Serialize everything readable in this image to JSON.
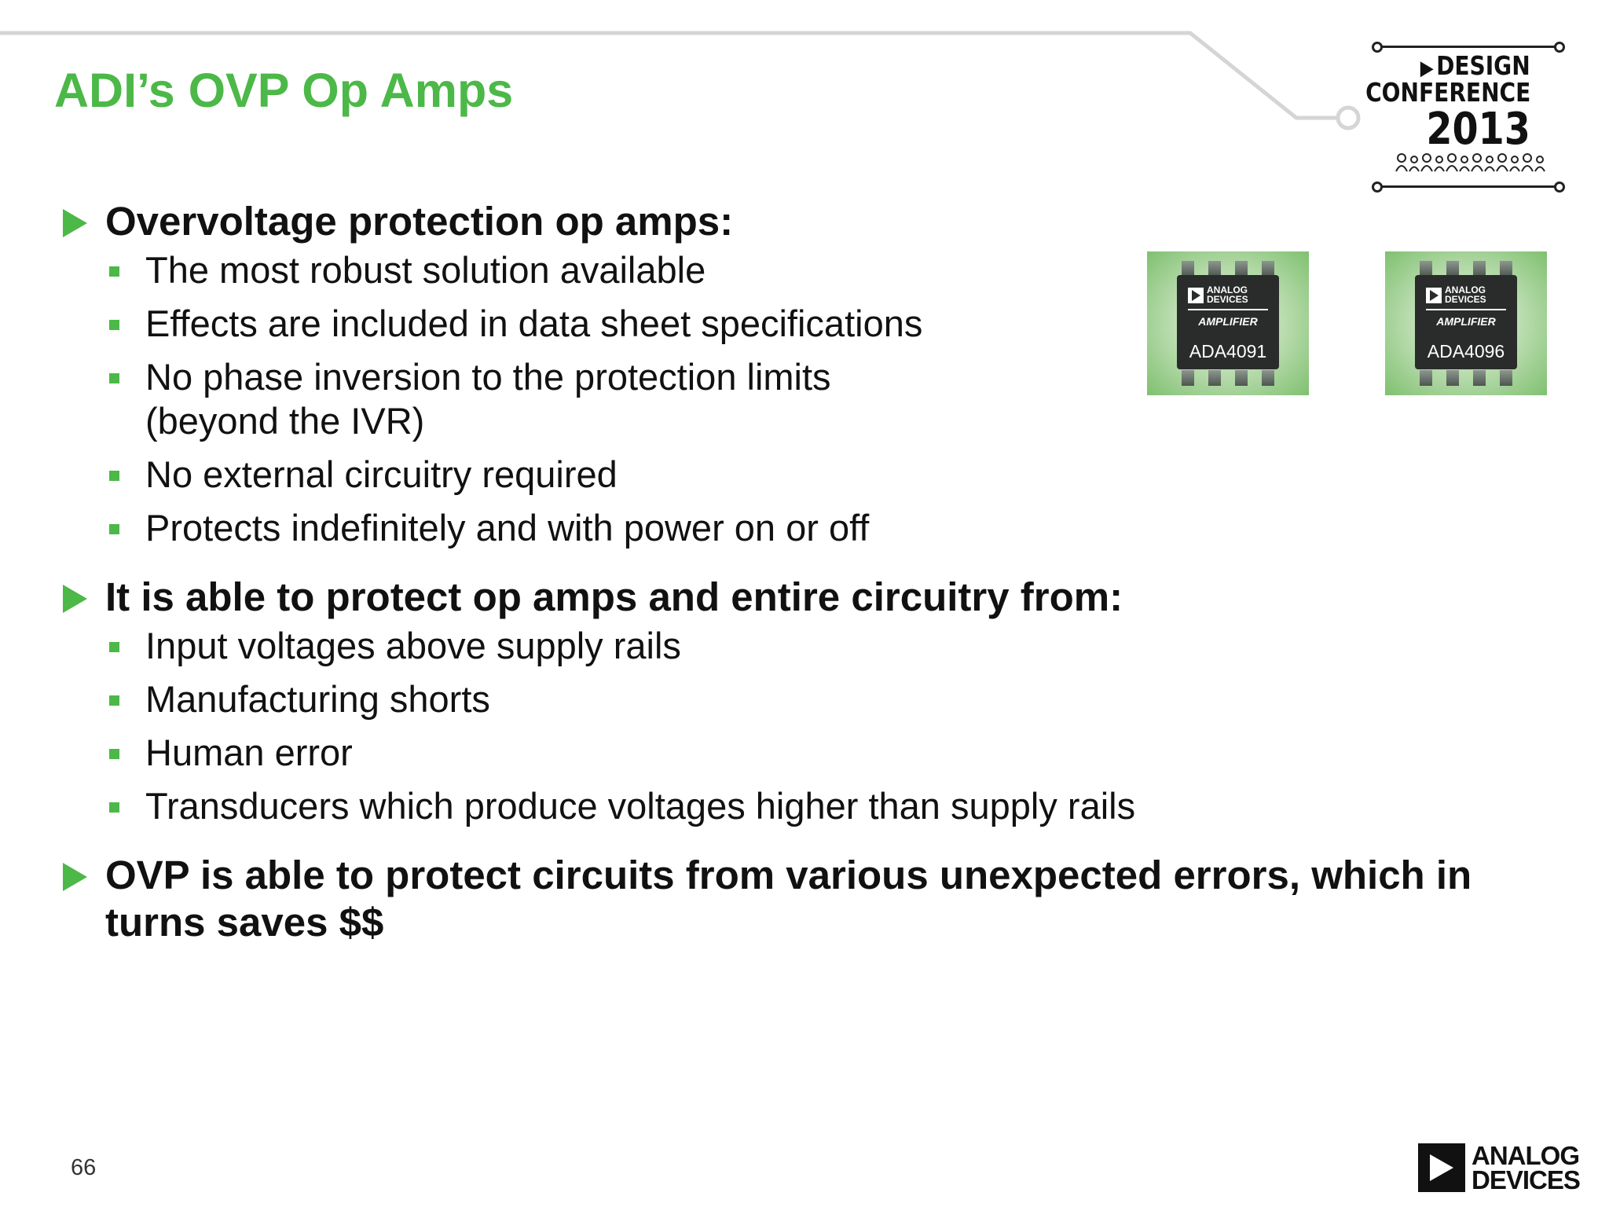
{
  "slide": {
    "title": "ADI’s OVP Op Amps",
    "page_number": "66",
    "accent_color": "#4cb848"
  },
  "conference_logo": {
    "line1": "DESIGN",
    "line2": "CONFERENCE",
    "year": "2013",
    "arrow_icon": "play-triangle-icon"
  },
  "bullets": [
    {
      "text": "Overvoltage protection op amps:",
      "sub": [
        "The most robust solution available",
        "Effects are included in data sheet specifications",
        "No phase inversion to the protection limits (beyond the IVR)",
        "No external circuitry required",
        "Protects indefinitely and with power on or off"
      ]
    },
    {
      "text": "It is able to protect op amps and entire circuitry from:",
      "sub": [
        "Input voltages above supply rails",
        "Manufacturing shorts",
        "Human error",
        "Transducers which produce voltages higher than supply rails"
      ]
    },
    {
      "text": "OVP is able to protect circuits from various unexpected errors, which in turns saves $$",
      "sub": []
    }
  ],
  "chips": [
    {
      "brand_line1": "ANALOG",
      "brand_line2": "DEVICES",
      "type": "AMPLIFIER",
      "part": "ADA4091"
    },
    {
      "brand_line1": "ANALOG",
      "brand_line2": "DEVICES",
      "type": "AMPLIFIER",
      "part": "ADA4096"
    }
  ],
  "footer_logo": {
    "line1": "ANALOG",
    "line2": "DEVICES"
  }
}
